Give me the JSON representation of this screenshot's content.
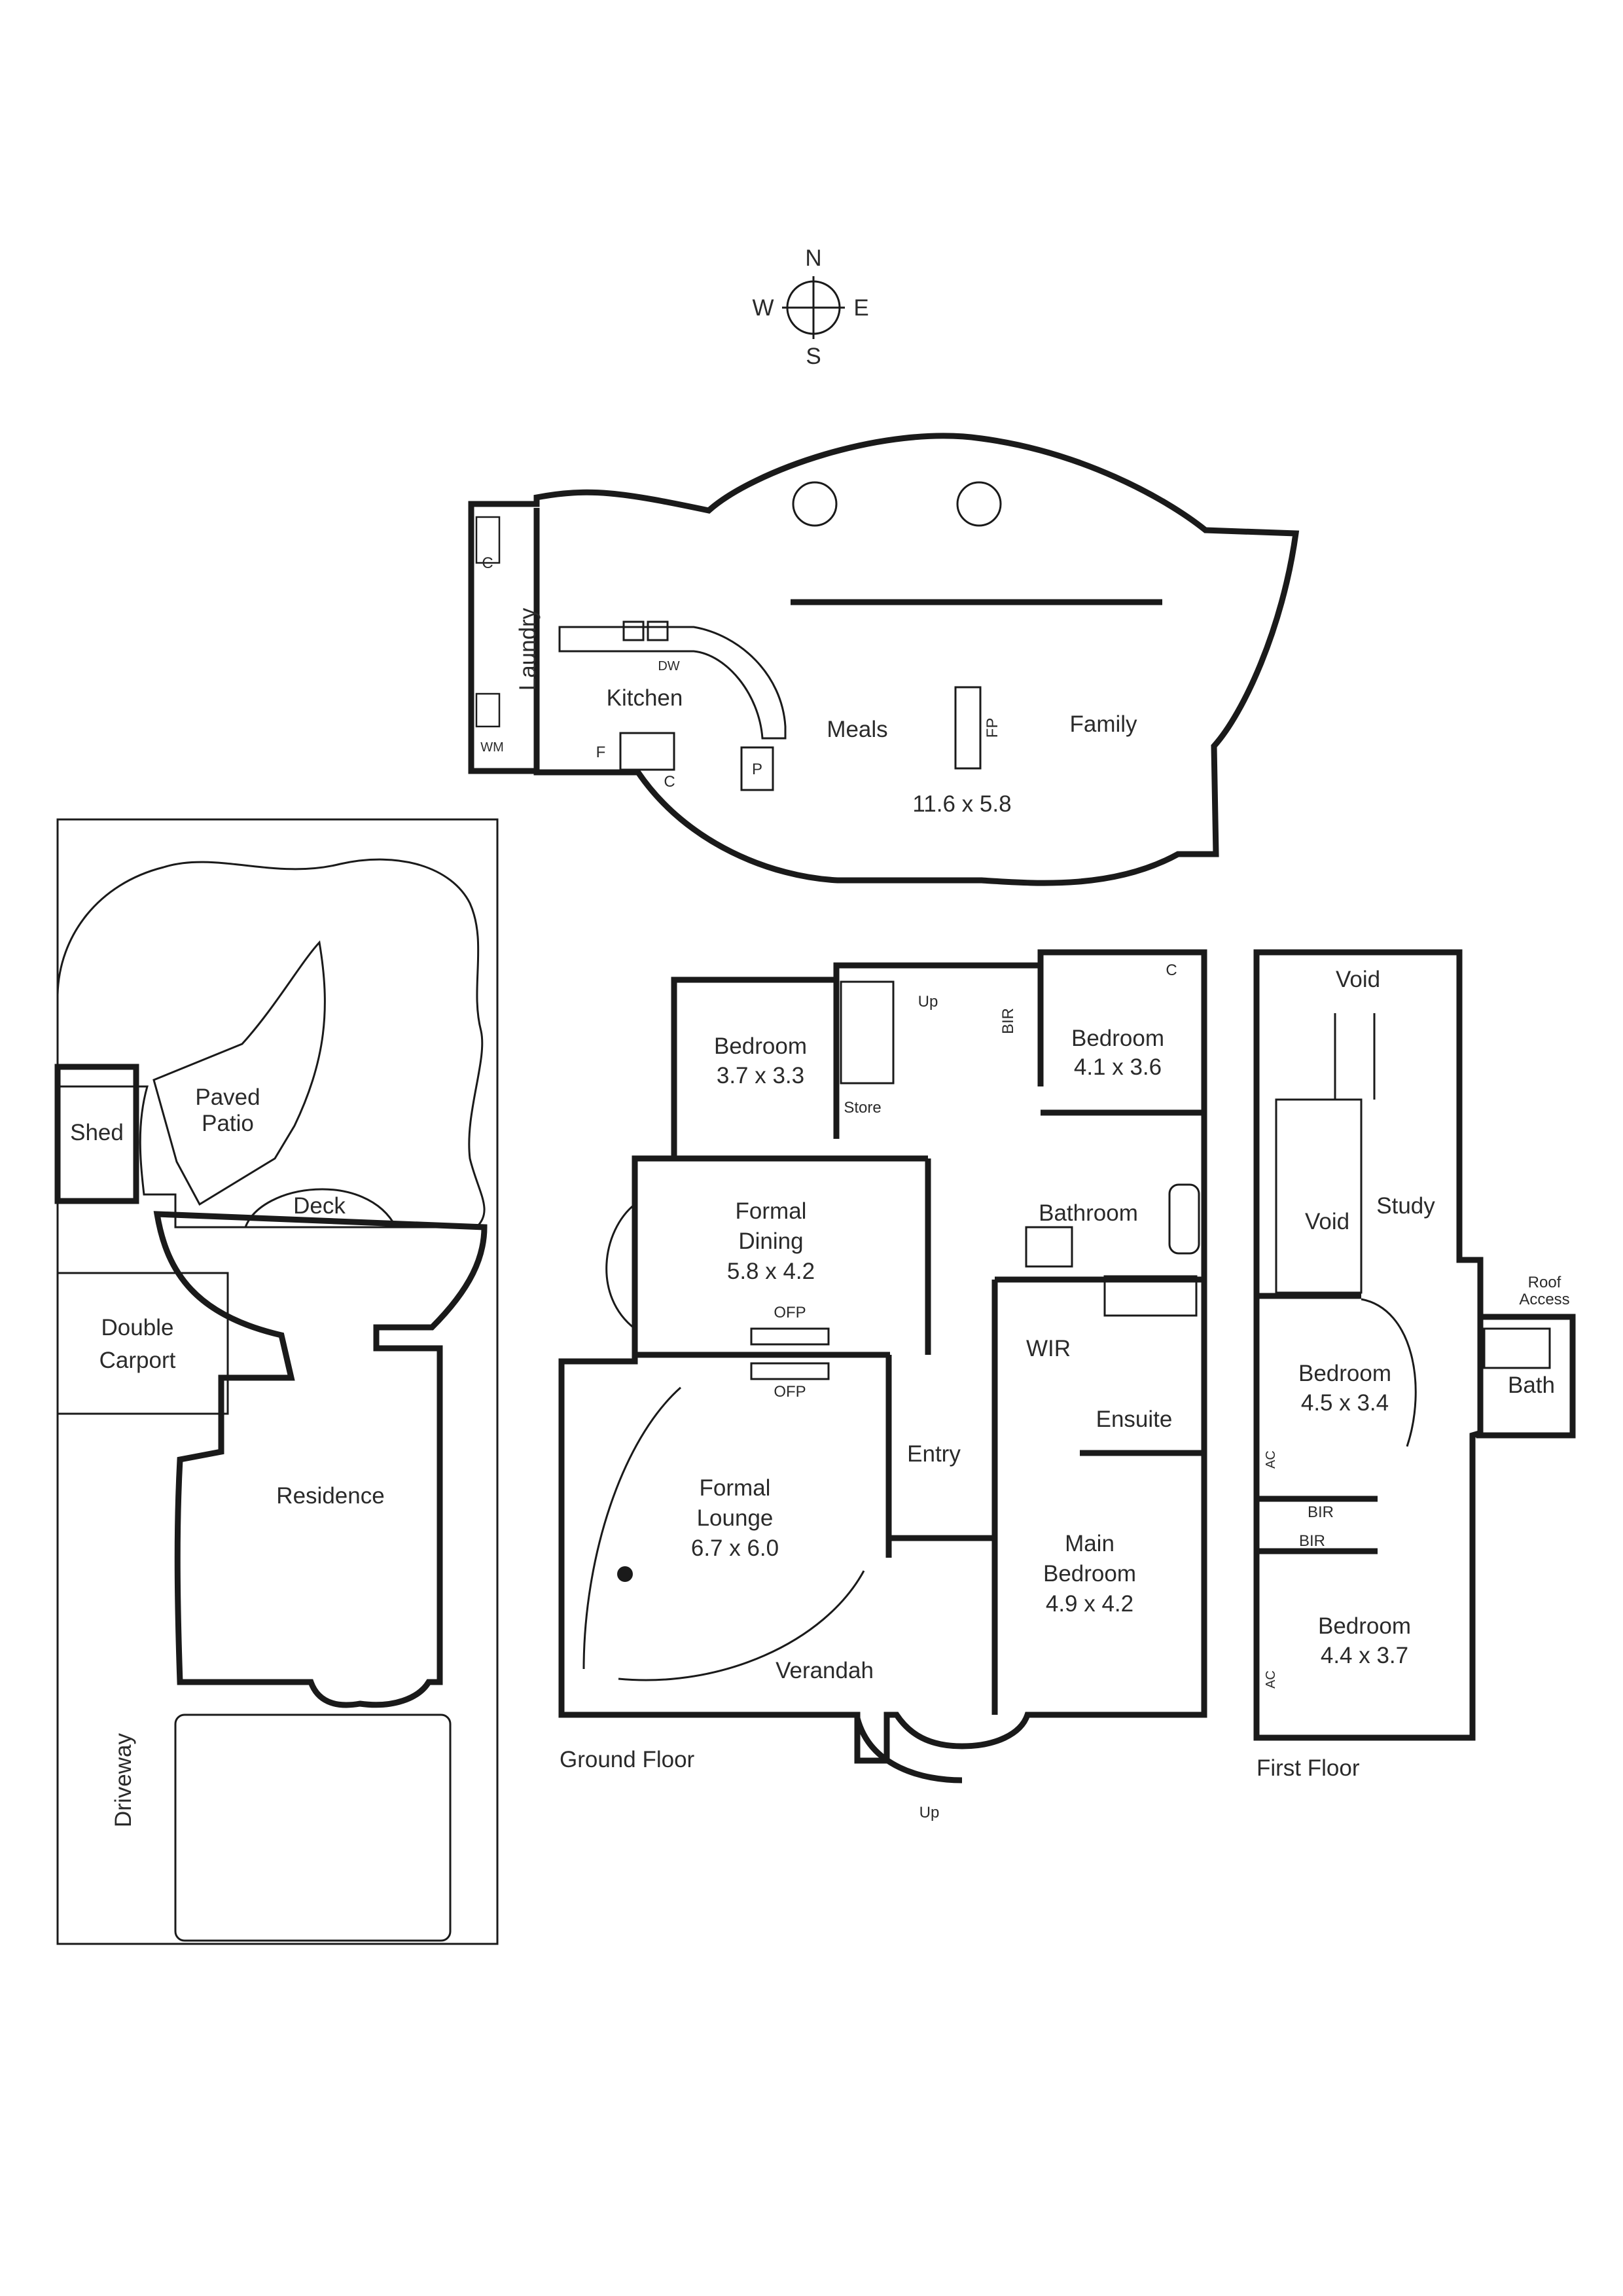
{
  "compass": {
    "n": "N",
    "s": "S",
    "e": "E",
    "w": "W"
  },
  "captions": {
    "ground_floor": "Ground Floor",
    "first_floor": "First Floor"
  },
  "site": {
    "shed": "Shed",
    "paved_patio_1": "Paved",
    "paved_patio_2": "Patio",
    "deck": "Deck",
    "double_carport_1": "Double",
    "double_carport_2": "Carport",
    "residence": "Residence",
    "driveway": "Driveway"
  },
  "ground": {
    "laundry": "Laundry",
    "c_laundry": "C",
    "wm": "WM",
    "kitchen": "Kitchen",
    "dw": "DW",
    "f": "F",
    "c_kitchen": "C",
    "p": "P",
    "meals": "Meals",
    "family": "Family",
    "fp": "FP",
    "meals_family_dim": "11.6 x 5.8",
    "up_stairs": "Up",
    "store": "Store",
    "bedroom_a": "Bedroom",
    "bedroom_a_dim": "3.7 x 3.3",
    "bir": "BIR",
    "bedroom_b": "Bedroom",
    "bedroom_b_dim": "4.1 x 3.6",
    "c_bedroom_b": "C",
    "bathroom": "Bathroom",
    "formal_dining_1": "Formal",
    "formal_dining_2": "Dining",
    "formal_dining_dim": "5.8 x 4.2",
    "ofp_top": "OFP",
    "ofp_bottom": "OFP",
    "wir": "WIR",
    "ensuite": "Ensuite",
    "entry": "Entry",
    "formal_lounge_1": "Formal",
    "formal_lounge_2": "Lounge",
    "formal_lounge_dim": "6.7 x 6.0",
    "main_bedroom_1": "Main",
    "main_bedroom_2": "Bedroom",
    "main_bedroom_dim": "4.9 x 4.2",
    "verandah": "Verandah",
    "up_front": "Up"
  },
  "first": {
    "void_top": "Void",
    "void_stair": "Void",
    "study": "Study",
    "roof_access_1": "Roof",
    "roof_access_2": "Access",
    "bedroom_a": "Bedroom",
    "bedroom_a_dim": "4.5 x 3.4",
    "bath": "Bath",
    "ac_a": "AC",
    "bir_a": "BIR",
    "bir_b": "BIR",
    "bedroom_b": "Bedroom",
    "bedroom_b_dim": "4.4 x 3.7",
    "ac_b": "AC"
  }
}
